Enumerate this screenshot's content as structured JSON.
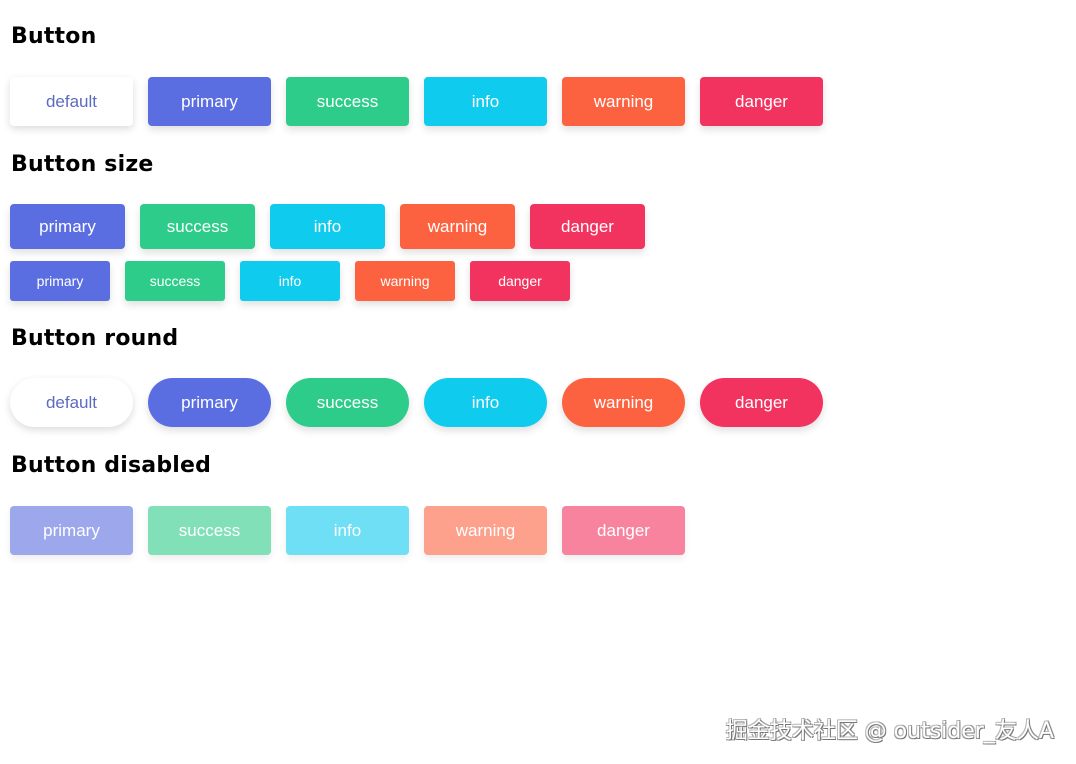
{
  "sections": {
    "basic": {
      "title": "Button",
      "buttons": [
        "default",
        "primary",
        "success",
        "info",
        "warning",
        "danger"
      ]
    },
    "size": {
      "title": "Button size",
      "medium": [
        "primary",
        "success",
        "info",
        "warning",
        "danger"
      ],
      "small": [
        "primary",
        "success",
        "info",
        "warning",
        "danger"
      ]
    },
    "round": {
      "title": "Button round",
      "buttons": [
        "default",
        "primary",
        "success",
        "info",
        "warning",
        "danger"
      ]
    },
    "disabled": {
      "title": "Button disabled",
      "buttons": [
        "primary",
        "success",
        "info",
        "warning",
        "danger"
      ]
    }
  },
  "colors": {
    "default_text": "#5c6bc0",
    "primary": "#5b6ee1",
    "success": "#2ecc8a",
    "info": "#0fcbee",
    "warning": "#fc6240",
    "danger": "#f2325f"
  },
  "watermark": "掘金技术社区 @ outsider_友人A"
}
